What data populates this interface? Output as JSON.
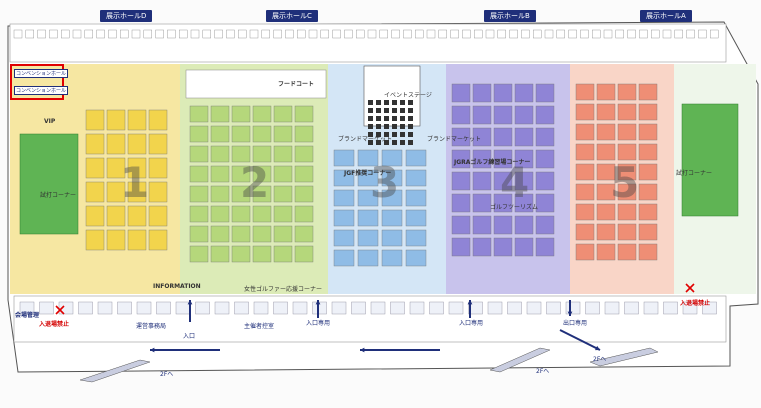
{
  "halls": [
    {
      "label": "展示ホールD"
    },
    {
      "label": "展示ホールC"
    },
    {
      "label": "展示ホールB"
    },
    {
      "label": "展示ホールA"
    }
  ],
  "hall_numbers": [
    "1",
    "2",
    "3",
    "4",
    "5"
  ],
  "highlighted": {
    "line1": "コンベンションホール",
    "line2": "コンベンションホール"
  },
  "labels": {
    "food_court": "フードコート",
    "event_stage": "イベントステージ",
    "brand_market_left": "ブランドマーケット",
    "brand_market_right": "ブランドマーケット",
    "jgf_corner": "JGF推奨コーナー",
    "jgra_corner": "JGRAゴルフ練習場コーナー",
    "golf_tourism": "ゴルフツーリズム",
    "golf_camp_hall": "女性ゴルファー応援コーナー",
    "information": "INFORMATION",
    "trial_corner_left": "試打コーナー",
    "trial_corner_right": "試打コーナー",
    "vip": "VIP",
    "hall_left_office": "会場管理",
    "left_warning": "入退場禁止",
    "right_warning": "入退場禁止",
    "entrance_left": "入口",
    "entrance_mid": "入口専用",
    "entrance_right": "入口専用",
    "exit_right": "出口専用",
    "office1": "運営事務局",
    "office2": "主催者控室",
    "floor2_left": "2Fへ",
    "floor2_mid": "2Fへ",
    "floor2_right": "2Fへ"
  },
  "colors": {
    "hall_d": "#f6e7a2",
    "hall_d_booth": "#f2d44c",
    "hall_c": "#dcebb7",
    "hall_c_booth": "#b5d77b",
    "hall_b_left": "#d4e6f6",
    "hall_b_booth": "#8fbce6",
    "hall_b_right": "#c8c3ec",
    "hall_b_right_booth": "#8f84d6",
    "hall_a": "#f9d5c7",
    "hall_a_booth": "#ef8e75",
    "green_booth": "#5fb454",
    "navy": "#1f2f7a",
    "red": "#e00000"
  }
}
